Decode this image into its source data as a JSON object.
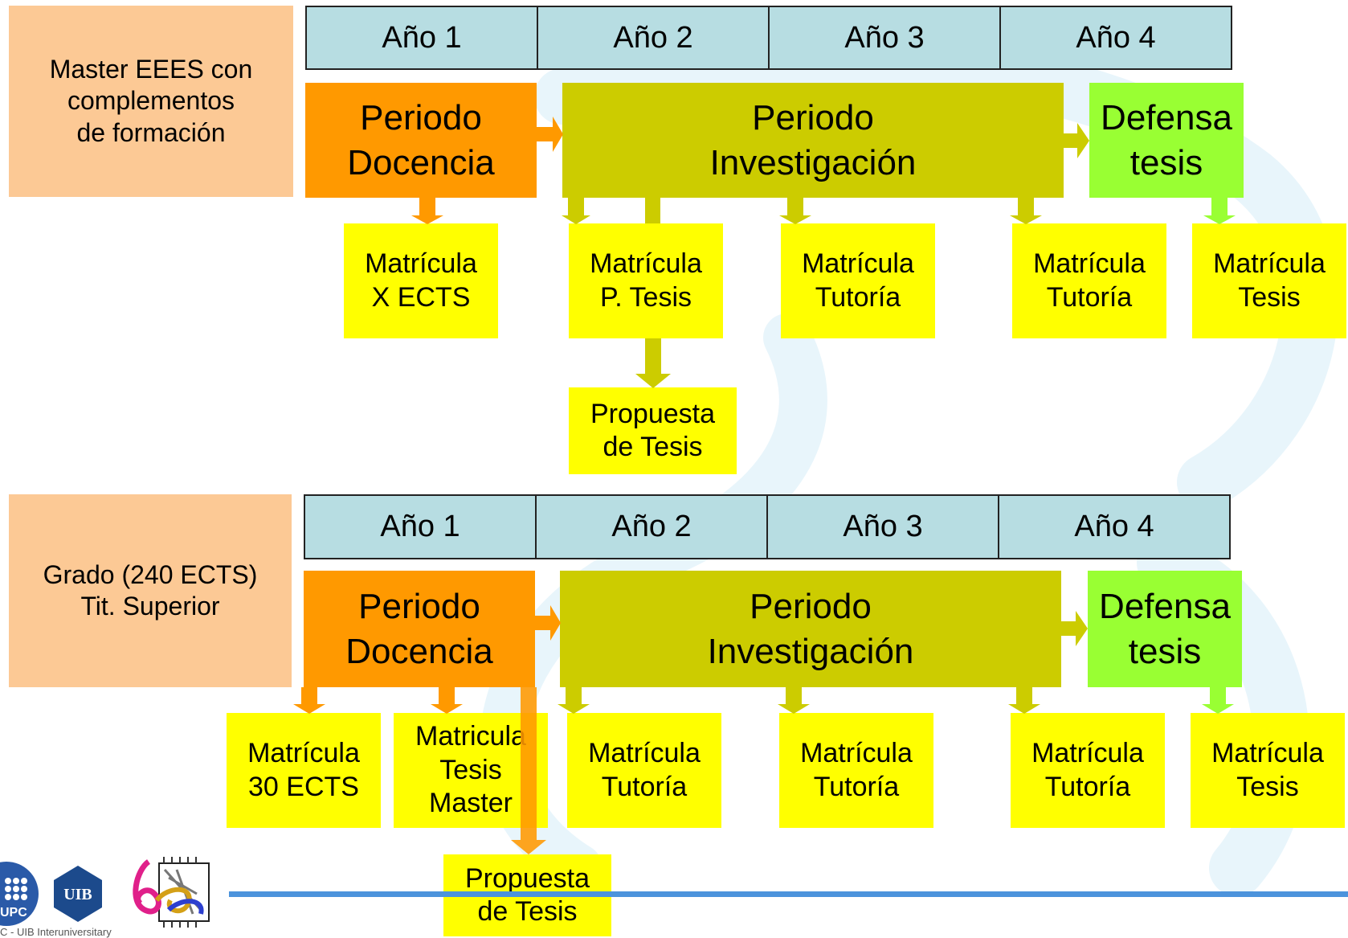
{
  "years": [
    "Año 1",
    "Año 2",
    "Año 3",
    "Año 4"
  ],
  "sections": [
    {
      "label": "Master EEES con\ncomplementos\nde formación",
      "docencia": "Periodo\nDocencia",
      "investigacion": "Periodo\nInvestigación",
      "defensa": "Defensa\ntesis",
      "items": [
        "Matrícula\nX ECTS",
        "Matrícula\nP. Tesis",
        "Matrícula\nTutoría",
        "Matrícula\nTutoría",
        "Matrícula\nTesis"
      ],
      "propuesta": "Propuesta\nde Tesis"
    },
    {
      "label": "Grado (240 ECTS)\nTit. Superior",
      "docencia": "Periodo\nDocencia",
      "investigacion": "Periodo\nInvestigación",
      "defensa": "Defensa\ntesis",
      "items": [
        "Matrícula\n30 ECTS",
        "Matricula\nTesis\nMaster",
        "Matrícula\nTutoría",
        "Matrícula\nTutoría",
        "Matrícula\nTutoría",
        "Matrícula\nTesis"
      ],
      "propuesta": "Propuesta\nde Tesis"
    }
  ],
  "footer": {
    "logos": [
      "UPC",
      "UIB",
      "dee"
    ],
    "text": "C - UIB Interuniversitary"
  },
  "colors": {
    "docencia": "#ff9900",
    "investigacion": "#cccc00",
    "defensa": "#99ff33",
    "item": "#ffff00",
    "year": "#b7dde2",
    "label": "#fcc995"
  }
}
